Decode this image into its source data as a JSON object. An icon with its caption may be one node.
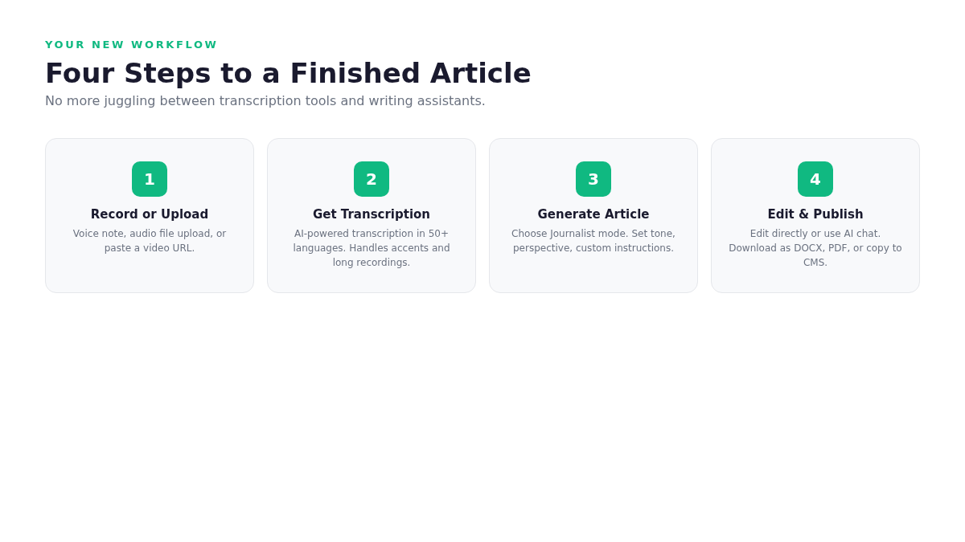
{
  "diagram": {
    "title": "Four Steps to a Finished Article",
    "nodes": [
      {
        "text": [
          "Record or Upload",
          "Voice note, audio file upload, or paste a video URL."
        ]
      },
      {
        "text": [
          "1"
        ],
        "in": 0
      },
      {
        "text": [
          "Get Transcription",
          "AI-powered transcription in 50+ languages. Handles accents and long recordings."
        ]
      },
      {
        "text": [
          "2"
        ],
        "in": 2
      },
      {
        "text": [
          "Generate Article",
          "Choose Journalist mode. Set tone, perspective, custom instructions."
        ]
      },
      {
        "text": [
          "3"
        ],
        "in": 4
      },
      {
        "text": [
          "Edit & Publish",
          "Edit directly or use AI chat. Download as DOCX, PDF, or copy to CMS."
        ]
      },
      {
        "text": [
          "4"
        ],
        "in": 6
      }
    ],
    "labels": [
      "YOUR NEW WORKFLOW",
      "No more juggling between transcription tools and writing assistants."
    ]
  }
}
